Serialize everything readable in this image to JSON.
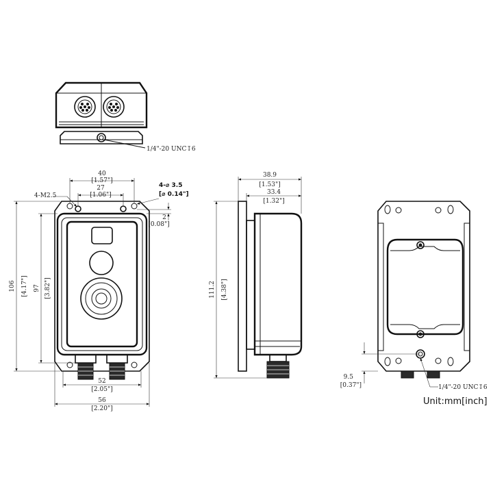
{
  "top_view": {
    "thread_callout": "1/4\"-20 UNC↧6"
  },
  "front_view": {
    "width_40": "40",
    "width_40_in": "[1.57\"]",
    "width_27": "27",
    "width_27_in": "[1.06\"]",
    "thread_m25": "4-M2.5",
    "hole_d35": "4-⌀ 3.5",
    "hole_d35_in": "[⌀ 0.14\"]",
    "offset_2": "2",
    "offset_2_in": "[0.08\"]",
    "height_106": "106",
    "height_106_in": "[4.17\"]",
    "height_97": "97",
    "height_97_in": "[3.82\"]",
    "width_52": "52",
    "width_52_in": "[2.05\"]",
    "width_56": "56",
    "width_56_in": "[2.20\"]"
  },
  "side_view": {
    "depth_389": "38.9",
    "depth_389_in": "[1.53\"]",
    "depth_334": "33.4",
    "depth_334_in": "[1.32\"]",
    "height_1112": "111.2",
    "height_1112_in": "[4.38\"]"
  },
  "back_view": {
    "offset_95": "9.5",
    "offset_95_in": "[0.37\"]",
    "thread_callout": "1/4\"-20 UNC↧6"
  },
  "unit_label": "Unit:mm[inch]"
}
